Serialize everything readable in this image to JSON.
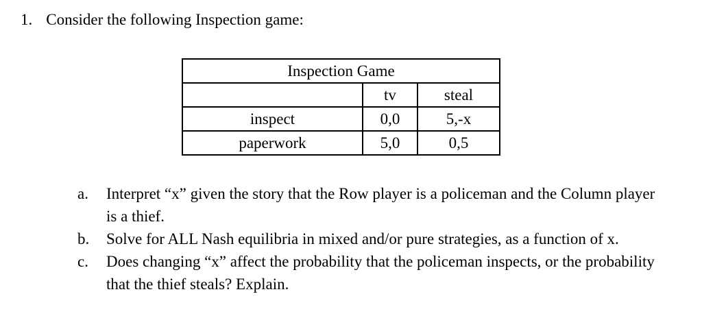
{
  "page": {
    "background_color": "#ffffff",
    "text_color": "#000000"
  },
  "question": {
    "number": "1.",
    "text": "Consider the following Inspection game:"
  },
  "table": {
    "title": "Inspection Game",
    "row_header_blank": "",
    "column_headers": [
      "tv",
      "steal"
    ],
    "rows": [
      {
        "label": "inspect",
        "values": [
          "0,0",
          "5,-x"
        ]
      },
      {
        "label": "paperwork",
        "values": [
          "5,0",
          "0,5"
        ]
      }
    ]
  },
  "subquestions": [
    {
      "letter": "a.",
      "text": "Interpret “x” given the story that the Row player is a policeman and the Column player is a thief."
    },
    {
      "letter": "b.",
      "text": "Solve for ALL Nash equilibria in mixed and/or pure strategies, as a function of x."
    },
    {
      "letter": "c.",
      "text": "Does changing “x” affect the probability that the policeman inspects, or the probability that the thief steals? Explain."
    }
  ]
}
